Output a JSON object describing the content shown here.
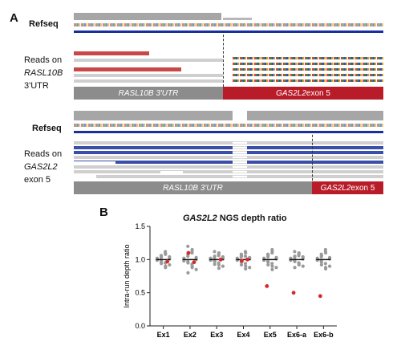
{
  "panel_a": {
    "letter": "A",
    "top": {
      "refseq_label": "Refseq",
      "reads_label": [
        "Reads on",
        "RASL10B",
        "3'UTR"
      ],
      "gene_left": "RASL10B 3'UTR",
      "gene_right_italic": "GAS2L2",
      "gene_right_rest": " exon 5"
    },
    "bottom": {
      "refseq_label": "Refseq",
      "reads_label": [
        "Reads on",
        "GAS2L2",
        "exon 5"
      ],
      "gene_left": "RASL10B 3'UTR",
      "gene_right_italic": "GAS2L2",
      "gene_right_rest": " exon 5"
    }
  },
  "panel_b": {
    "letter": "B",
    "title_italic": "GAS2L2",
    "title_rest": " NGS depth ratio"
  },
  "colors": {
    "read_red": "#c84848",
    "read_blue": "#3a4fa8",
    "read_gray": "#c8c8c8",
    "gene_gray": "#8c8c8c",
    "gene_red": "#b81c28",
    "dot_gray": "#9a9a9a",
    "dot_red": "#d62828"
  },
  "chart_data": {
    "type": "scatter",
    "title": "GAS2L2 NGS depth ratio",
    "xlabel": "",
    "ylabel": "Intra-run depth ratio",
    "categories": [
      "Ex1",
      "Ex2",
      "Ex3",
      "Ex4",
      "Ex5",
      "Ex6-a",
      "Ex6-b"
    ],
    "ylim": [
      0.0,
      1.5
    ],
    "yticks": [
      "0.0",
      "0.5",
      "1.0",
      "1.5"
    ],
    "medians": [
      1.0,
      1.0,
      1.0,
      1.0,
      1.0,
      1.0,
      1.0
    ],
    "series": [
      {
        "values": [
          [
            1.02,
            0.98,
            1.05,
            0.95,
            1.08,
            0.92,
            1.0,
            1.03,
            0.97,
            1.1,
            0.9,
            1.01,
            0.99,
            1.06,
            0.94,
            1.12,
            0.88,
            1.04
          ],
          [
            1.02,
            0.97,
            1.08,
            0.93,
            1.15,
            0.85,
            1.0,
            1.05,
            0.95,
            1.12,
            0.88,
            1.0,
            0.98,
            1.2,
            0.8,
            1.1,
            0.9,
            1.03
          ],
          [
            1.02,
            0.98,
            1.05,
            0.95,
            1.1,
            0.9,
            1.0,
            1.03,
            0.97,
            1.08,
            0.87,
            1.01,
            0.99,
            1.12,
            0.93,
            1.06,
            0.92,
            1.04
          ],
          [
            1.02,
            0.98,
            1.06,
            0.94,
            1.1,
            0.88,
            1.0,
            1.04,
            0.96,
            1.12,
            0.9,
            1.01,
            0.99,
            1.08,
            0.92,
            1.05,
            0.86,
            1.03
          ],
          [
            1.02,
            0.97,
            1.06,
            0.94,
            1.12,
            0.88,
            1.0,
            1.04,
            0.96,
            1.1,
            0.9,
            1.01,
            0.99,
            1.08,
            0.92,
            1.15,
            0.85,
            1.03
          ],
          [
            1.02,
            0.98,
            1.05,
            0.95,
            1.1,
            0.9,
            1.0,
            1.03,
            0.97,
            1.08,
            0.92,
            1.01,
            0.99,
            1.12,
            0.88,
            1.06,
            0.94,
            1.04
          ],
          [
            1.02,
            0.98,
            1.06,
            0.94,
            1.1,
            0.9,
            1.0,
            1.04,
            0.96,
            1.12,
            0.88,
            1.01,
            0.99,
            1.08,
            0.92,
            1.15,
            0.86,
            1.03
          ]
        ]
      },
      {
        "values": [
          [
            0.97
          ],
          [
            0.96,
            1.1
          ],
          [
            1.0
          ],
          [
            1.0,
            0.98
          ],
          [
            0.6
          ],
          [
            0.5
          ],
          [
            0.45
          ]
        ]
      }
    ]
  }
}
